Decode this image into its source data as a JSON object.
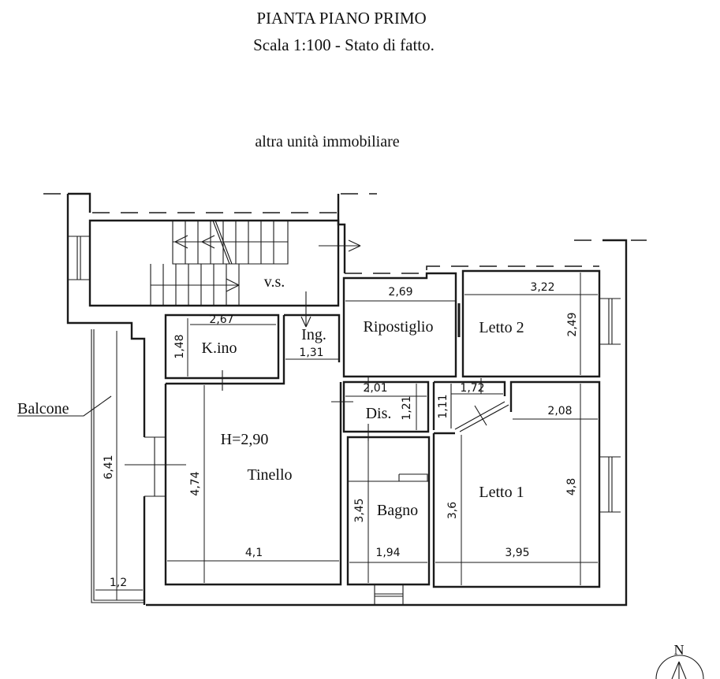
{
  "header": {
    "title": "PIANTA PIANO PRIMO",
    "subtitle": "Scala 1:100 - Stato di fatto."
  },
  "neighbor_label": "altra unità immobiliare",
  "compass": {
    "north_label": "N"
  },
  "ceiling_height": "H=2,90",
  "rooms": {
    "stairwell": {
      "label": "v.s."
    },
    "ingresso": {
      "label": "Ing.",
      "width": "1,31"
    },
    "kitchenette": {
      "label": "K.ino",
      "width": "2,67",
      "depth": "1,48"
    },
    "ripostiglio": {
      "label": "Ripostiglio",
      "width": "2,69"
    },
    "letto2": {
      "label": "Letto 2",
      "width": "3,22",
      "depth": "2,49"
    },
    "disimpegno": {
      "label": "Dis.",
      "width": "2,01",
      "depth": "1,21"
    },
    "corridor": {
      "width": "1,72",
      "depth": "1,11"
    },
    "tinello": {
      "label": "Tinello",
      "width": "4,1",
      "depth": "4,74"
    },
    "bagno": {
      "label": "Bagno",
      "width": "1,94",
      "depth": "3,45"
    },
    "letto1": {
      "label": "Letto 1",
      "width": "3,95",
      "depth": "3,6",
      "depth_total": "4,8",
      "inner_width": "2,08"
    },
    "balcone": {
      "label": "Balcone",
      "length": "6,41",
      "width": "1,2"
    }
  }
}
